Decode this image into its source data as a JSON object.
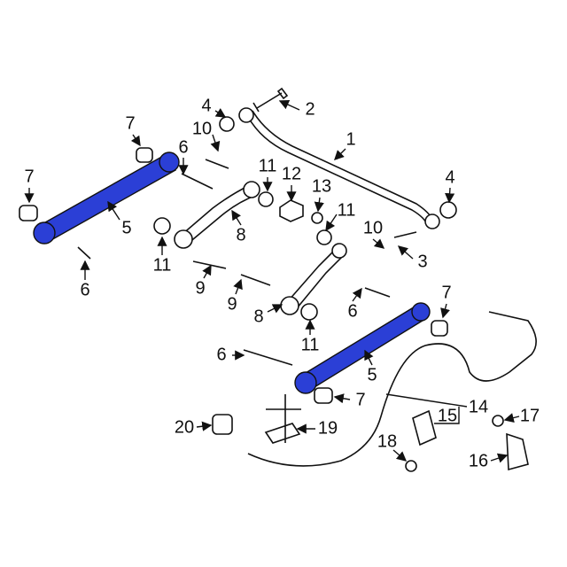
{
  "diagram": {
    "title": "Rear suspension parts",
    "highlight_color": "#2b3fd6",
    "callouts": [
      "1",
      "2",
      "3",
      "4",
      "4",
      "5",
      "5",
      "6",
      "6",
      "6",
      "6",
      "7",
      "7",
      "7",
      "7",
      "8",
      "8",
      "9",
      "9",
      "10",
      "10",
      "11",
      "11",
      "11",
      "11",
      "12",
      "13",
      "14",
      "15",
      "16",
      "17",
      "18",
      "19",
      "20"
    ]
  }
}
